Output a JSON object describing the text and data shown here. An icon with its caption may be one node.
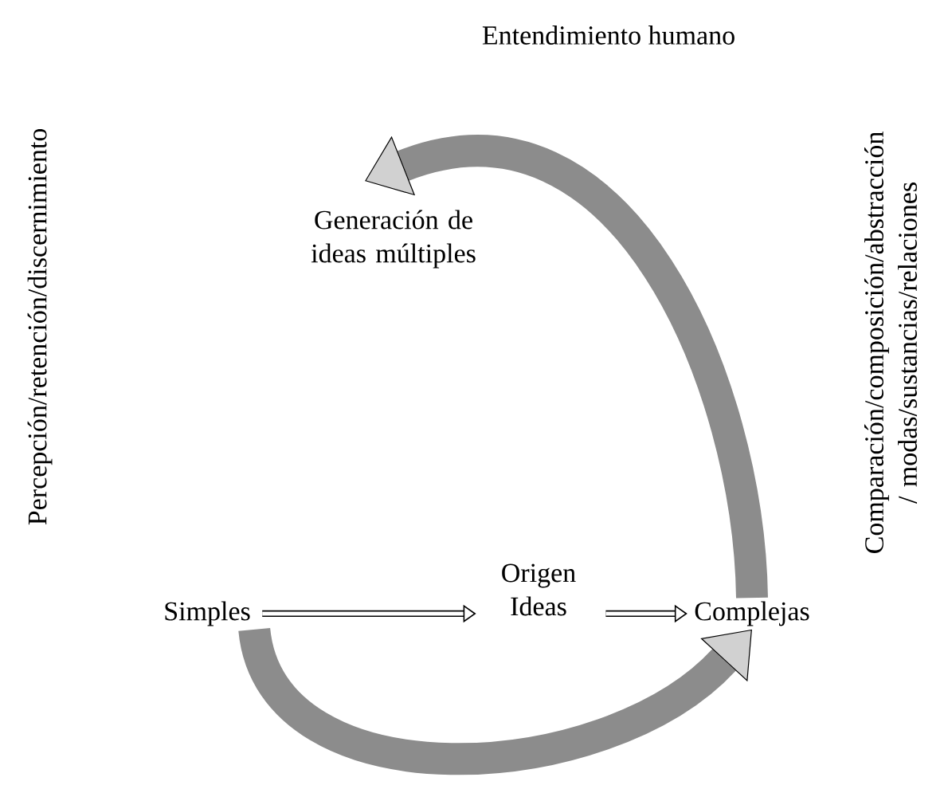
{
  "diagram": {
    "title": "Entendimiento humano",
    "nodes": [
      {
        "text": [
          "Generación de ideas múltiples"
        ]
      },
      {
        "text": [
          "Simples"
        ]
      },
      {
        "text": [
          "Origen Ideas"
        ]
      },
      {
        "text": [
          "Complejas"
        ]
      }
    ],
    "edges": [
      {
        "from": 1,
        "to": 2,
        "arrow": "to"
      },
      {
        "from": 2,
        "to": 3,
        "arrow": "to"
      },
      {
        "from": 1,
        "to": 3,
        "arrow": "to",
        "style": "thick",
        "color": "#8c8c8c"
      },
      {
        "from": 3,
        "to": 0,
        "arrow": "to",
        "style": "thick",
        "color": "#8c8c8c"
      }
    ],
    "labels": [
      "Percepción/retención/discernimiento",
      "Comparación/composición/abstracción / modas/sustancias/relaciones"
    ]
  }
}
